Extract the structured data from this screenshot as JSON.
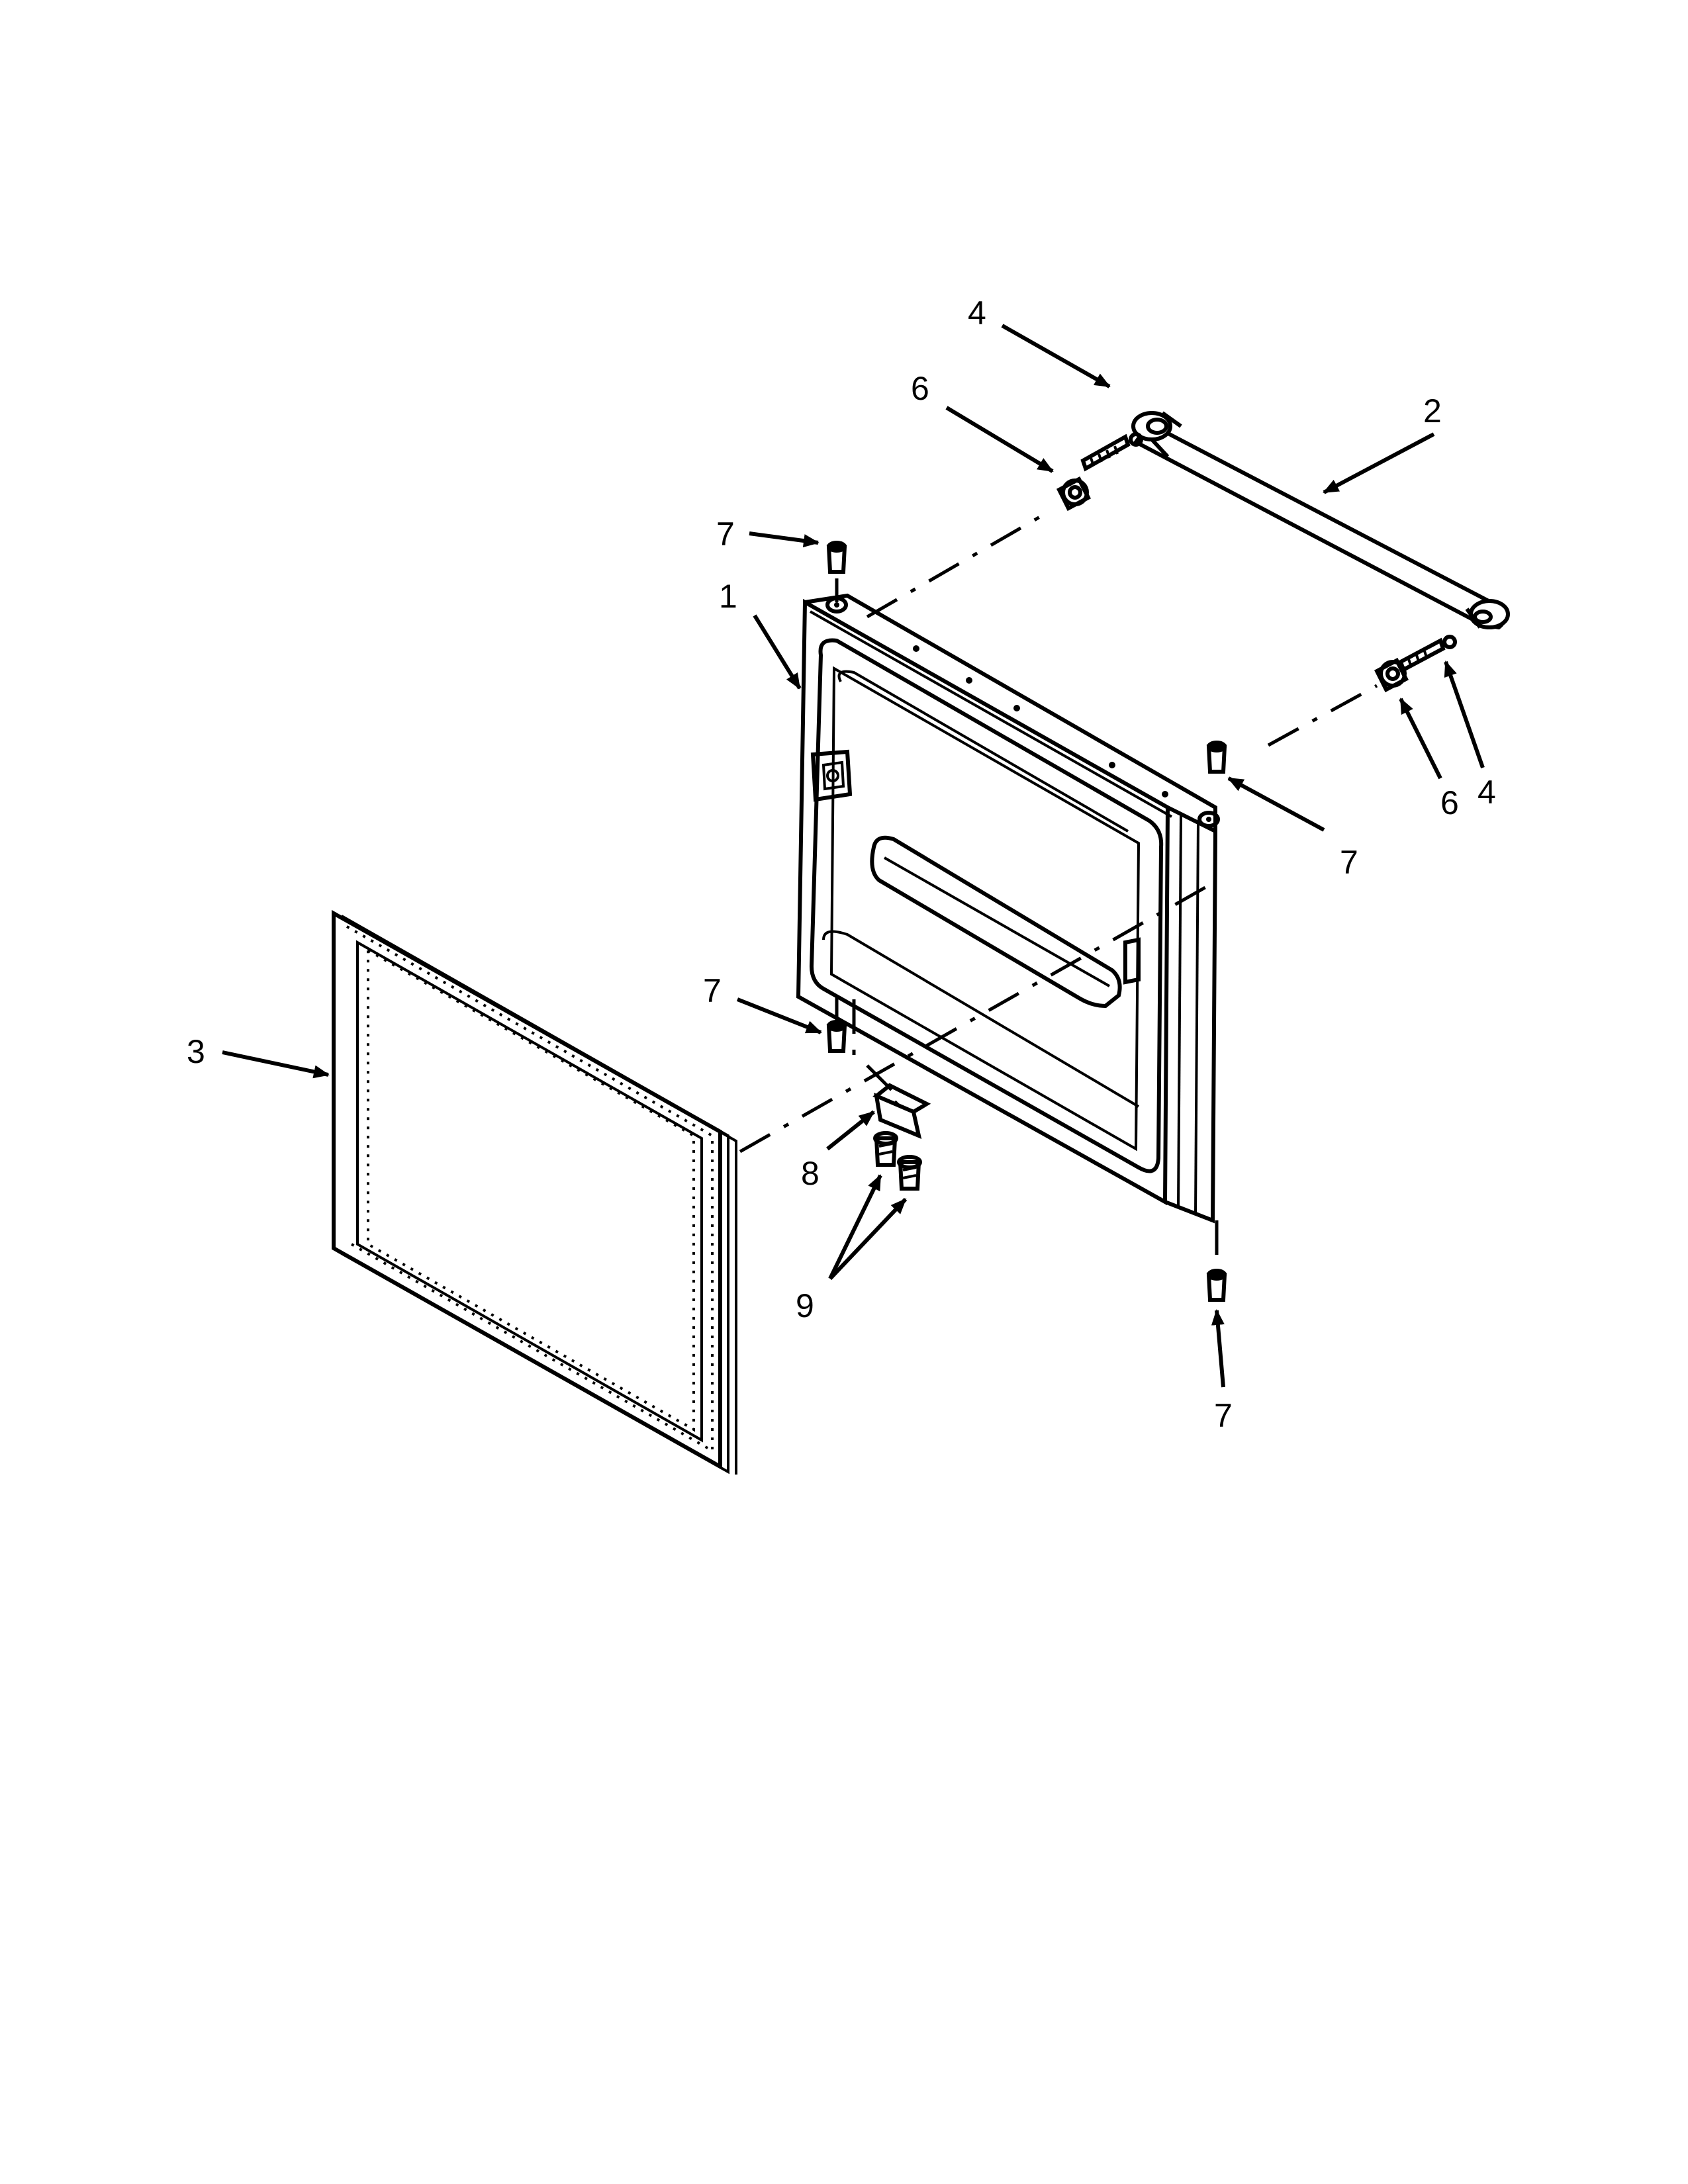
{
  "diagram": {
    "callouts": {
      "door": "1",
      "handle": "2",
      "gasket": "3",
      "screw_top": "4",
      "screw_right": "4",
      "spacer_top": "6",
      "spacer_right": "6",
      "plug_top_left": "7",
      "plug_top_right": "7",
      "plug_bottom_left": "7",
      "plug_bottom_right": "7",
      "hinge_bracket": "8",
      "hinge_screws": "9"
    }
  }
}
